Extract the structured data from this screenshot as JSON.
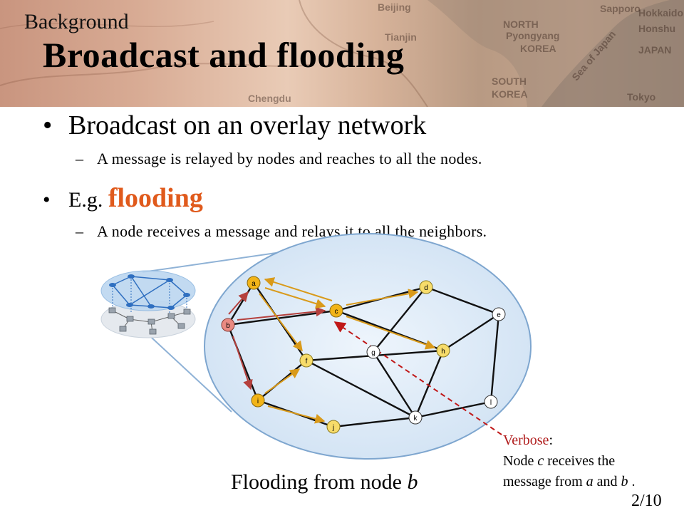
{
  "header": {
    "kicker": "Background",
    "title": "Broadcast and flooding",
    "map_labels": [
      "Beijing",
      "NORTH",
      "Pyongyang",
      "KOREA",
      "JAPAN",
      "SOUTH",
      "KOREA",
      "Tokyo",
      "Sea of Japan",
      "Sapporo",
      "Hokkaido",
      "Honshu",
      "Chengdu",
      "Tianjin"
    ]
  },
  "bullets": [
    {
      "marker": "•",
      "text": "Broadcast on an overlay network",
      "sub": {
        "marker": "–",
        "text": "A message is relayed by nodes and reaches to all the nodes."
      }
    },
    {
      "marker": "•",
      "prefix": "E.g. ",
      "highlight": "flooding",
      "sub": {
        "marker": "–",
        "text": "A node receives a message and relays it to all the neighbors."
      }
    }
  ],
  "diagram": {
    "caption_prefix": "Flooding from node ",
    "caption_node": "b",
    "nodes": [
      "a",
      "b",
      "c",
      "d",
      "e",
      "f",
      "g",
      "h",
      "i",
      "j",
      "k",
      "l"
    ]
  },
  "note": {
    "title": "Verbose",
    "colon": ":",
    "line1_prefix": "Node ",
    "line1_node": "c",
    "line1_suffix": " receives the",
    "line2_prefix": "message from ",
    "line2_a": "a",
    "line2_and": " and ",
    "line2_b": "b",
    "line2_end": " ."
  },
  "page_number": "2/10",
  "colors": {
    "accent_orange": "#e05a1c",
    "note_red": "#b01c1c",
    "flood_gold": "#d99a1a",
    "flood_red": "#b5403d",
    "bubble": "#d6e6f6"
  }
}
